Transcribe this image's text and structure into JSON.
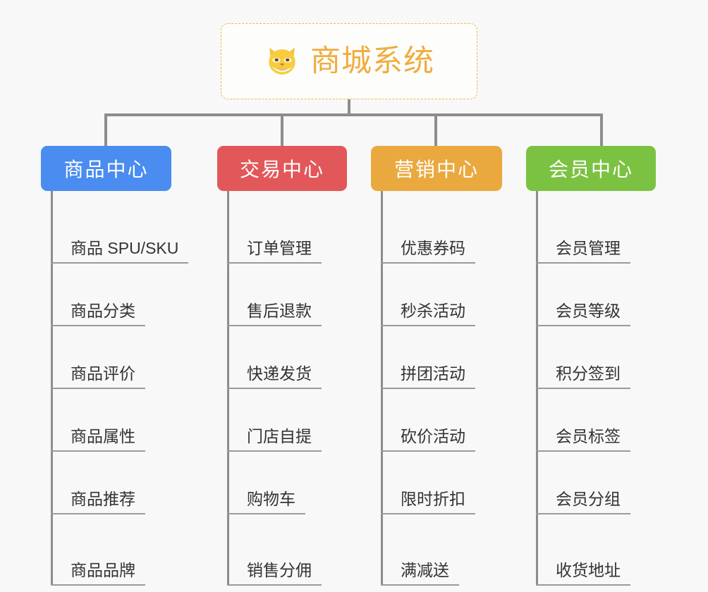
{
  "root": {
    "icon": "dog-face-emoji",
    "title": "商城系统",
    "border_color": "#e8b94d",
    "title_color": "#f0ad3e"
  },
  "canvas": {
    "background": "#f8f8f8",
    "connector_color": "#8d8d8d",
    "leaf_text_color": "#333333",
    "leaf_rule_color": "#9a9a9a"
  },
  "columns": [
    {
      "title": "商品中心",
      "color": "#4a8cf0",
      "items": [
        "商品 SPU/SKU",
        "商品分类",
        "商品评价",
        "商品属性",
        "商品推荐",
        "商品品牌"
      ]
    },
    {
      "title": "交易中心",
      "color": "#e2585a",
      "items": [
        "订单管理",
        "售后退款",
        "快递发货",
        "门店自提",
        "购物车",
        "销售分佣"
      ]
    },
    {
      "title": "营销中心",
      "color": "#eaa93f",
      "items": [
        "优惠券码",
        "秒杀活动",
        "拼团活动",
        "砍价活动",
        "限时折扣",
        "满减送"
      ]
    },
    {
      "title": "会员中心",
      "color": "#7cc242",
      "items": [
        "会员管理",
        "会员等级",
        "积分签到",
        "会员标签",
        "会员分组",
        "收货地址"
      ]
    }
  ]
}
